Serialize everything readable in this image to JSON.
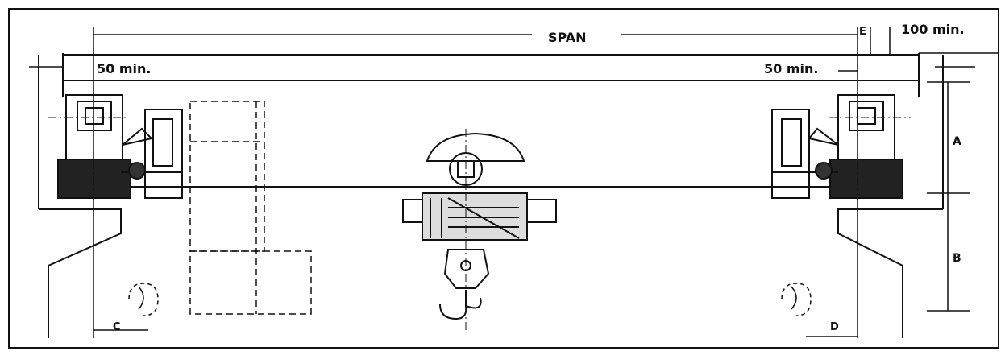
{
  "labels": {
    "span": "SPAN",
    "clearance_left": "50 min.",
    "clearance_right": "50 min.",
    "end_clearance": "100 min.",
    "e1": "E",
    "dim_a": "A",
    "dim_b": "B",
    "dim_c": "C",
    "dim_d": "D"
  },
  "colors": {
    "line": "#111111",
    "background": "#ffffff"
  }
}
